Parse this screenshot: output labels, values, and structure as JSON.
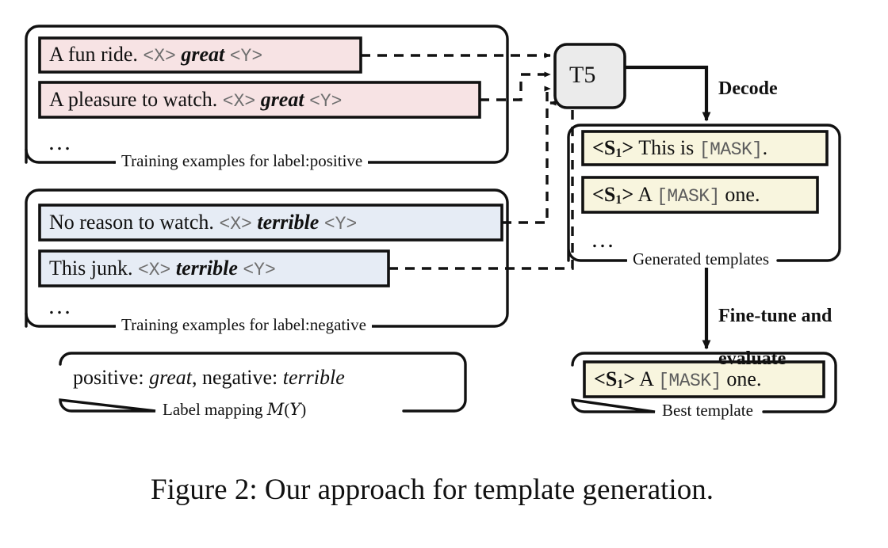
{
  "figure": {
    "caption": "Figure 2: Our approach for template generation.",
    "colors": {
      "positive_fill": "#f7e3e4",
      "negative_fill": "#e6ecf5",
      "template_fill": "#f8f5de",
      "model_fill": "#ebebeb",
      "stroke": "#111111",
      "placeholder_text": "#6f6f6f"
    }
  },
  "groups": {
    "positive": {
      "label": "Training examples for label:positive",
      "ellipsis": "…",
      "examples": [
        {
          "text": "A fun ride.",
          "x_token": "<X>",
          "keyword": "great",
          "y_token": "<Y>"
        },
        {
          "text": "A pleasure to watch.",
          "x_token": "<X>",
          "keyword": "great",
          "y_token": "<Y>"
        }
      ]
    },
    "negative": {
      "label": "Training examples for label:negative",
      "ellipsis": "…",
      "examples": [
        {
          "text": "No reason to watch.",
          "x_token": "<X>",
          "keyword": "terrible",
          "y_token": "<Y>"
        },
        {
          "text": "This junk.",
          "x_token": "<X>",
          "keyword": "terrible",
          "y_token": "<Y>"
        }
      ]
    },
    "label_mapping": {
      "label": "Label mapping M(Y)",
      "label_prefix": "Label mapping ",
      "math_m": "M",
      "math_paren_open": "(",
      "math_y": "Y",
      "math_paren_close": ")",
      "positive_key": "positive:",
      "positive_word": "great",
      "separator": ",",
      "negative_key": "negative:",
      "negative_word": "terrible"
    },
    "generated_templates": {
      "label": "Generated templates",
      "ellipsis": "…",
      "templates": [
        {
          "s_token": "<S",
          "s_sub": "1",
          "s_close": ">",
          "body_a": "This is",
          "mask": "[MASK]",
          "body_b": ".",
          "mask_first": false
        },
        {
          "s_token": "<S",
          "s_sub": "1",
          "s_close": ">",
          "body_a": "A",
          "mask": "[MASK]",
          "body_b": "one.",
          "mask_first": false
        }
      ]
    },
    "best_template": {
      "label": "Best template",
      "template": {
        "s_token": "<S",
        "s_sub": "1",
        "s_close": ">",
        "body_a": "A",
        "mask": "[MASK]",
        "body_b": "one."
      }
    }
  },
  "model": {
    "name": "T5"
  },
  "arrows": {
    "decode": "Decode",
    "finetune": "Fine-tune and\nevaluate",
    "finetune_line1": "Fine-tune and",
    "finetune_line2": "evaluate",
    "input_arrow_count": 4
  }
}
